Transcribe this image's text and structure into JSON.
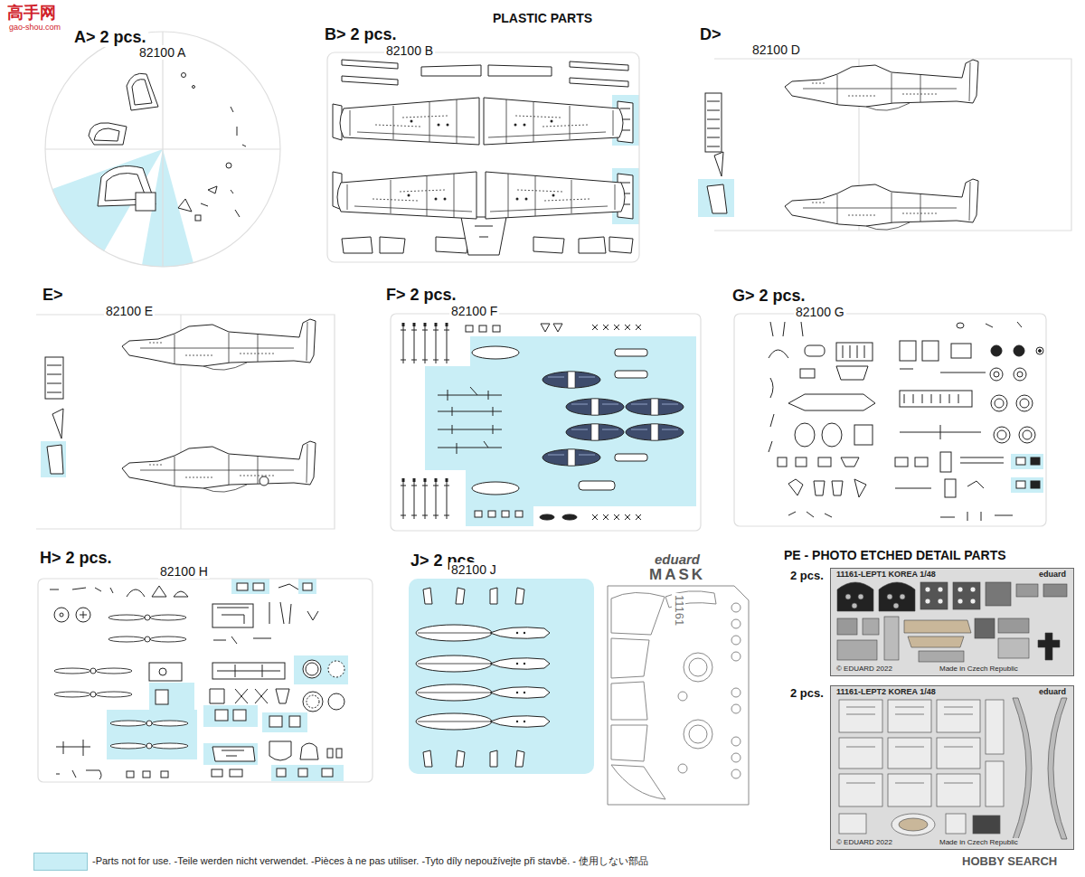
{
  "diagram": {
    "title": "PLASTIC PARTS",
    "nodes": [
      {
        "text": [
          "eduard",
          "MASK",
          "11161"
        ]
      },
      {
        "text": [
          "11161-LEPT1 KOREA 1/48",
          "eduard",
          "© EDUARD 2022",
          "Made in Czech Republic"
        ]
      },
      {
        "text": [
          "11161-LEPT2 KOREA 1/48",
          "eduard",
          "© EDUARD 2022",
          "Made in Czech Republic"
        ]
      }
    ],
    "labels": [
      "高手网",
      "gao-shou.com",
      "A> 2 pcs.",
      "82100 A",
      "B> 2 pcs.",
      "82100 B",
      "D>",
      "82100 D",
      "E>",
      "82100 E",
      "F> 2 pcs.",
      "82100 F",
      "G> 2 pcs.",
      "82100 G",
      "H> 2 pcs.",
      "82100 H",
      "J> 2 pcs.",
      "82100 J",
      "PE - PHOTO ETCHED DETAIL PARTS",
      "2 pcs.",
      "2 pcs.",
      "HOBBY SEARCH"
    ],
    "legend": [
      {
        "text": "-Parts not for use. -Teile werden nicht verwendet. -Pièces à ne pas utiliser. -Tyto díly nepoužívejte při stavbě. - 使用しない部品",
        "color": "#c9eef6"
      }
    ]
  }
}
